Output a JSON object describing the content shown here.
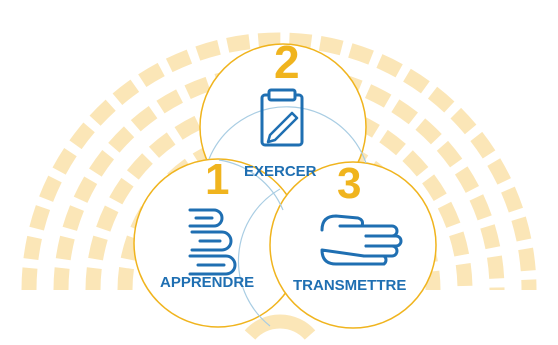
{
  "colors": {
    "arcs": "#fbe6b7",
    "circle_stroke_top": "#f0b41e",
    "circle_stroke_inner": "#a9cde3",
    "number": "#f0b41e",
    "label": "#1f6fb2",
    "icon": "#1f6fb2"
  },
  "steps": [
    {
      "number": "2",
      "label": "EXERCER",
      "icon": "clipboard-pencil-icon"
    },
    {
      "number": "1",
      "label": "APPRENDRE",
      "icon": "books-icon"
    },
    {
      "number": "3",
      "label": "TRANSMETTRE",
      "icon": "hand-icon"
    }
  ]
}
